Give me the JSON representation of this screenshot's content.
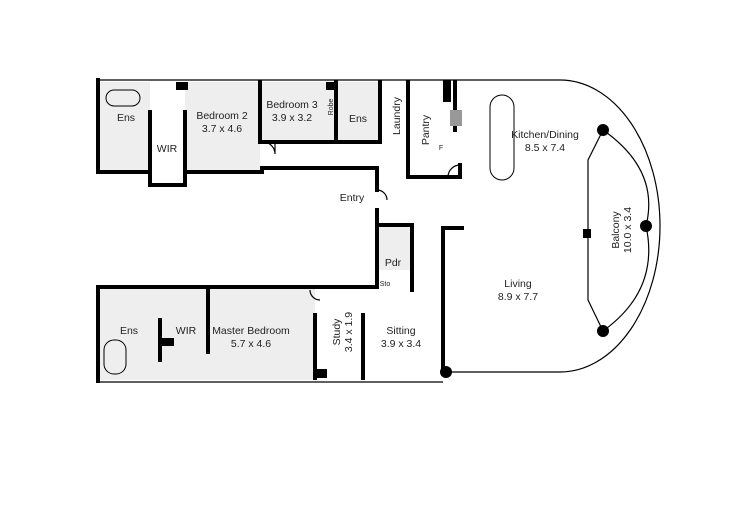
{
  "rooms": {
    "ens1": {
      "name": "Ens"
    },
    "wir1": {
      "name": "WIR"
    },
    "bed2": {
      "name": "Bedroom 2",
      "size": "3.7 x 4.6"
    },
    "bed3": {
      "name": "Bedroom 3",
      "size": "3.9 x 3.2"
    },
    "robe": {
      "name": "Robe"
    },
    "ens2": {
      "name": "Ens"
    },
    "laundry": {
      "name": "Laundry"
    },
    "pantry": {
      "name": "Pantry"
    },
    "fridge": {
      "name": "F"
    },
    "kitchen": {
      "name": "Kitchen/Dining",
      "size": "8.5 x 7.4"
    },
    "entry": {
      "name": "Entry"
    },
    "balcony": {
      "name": "Balcony",
      "size": "10.0 x 3.4"
    },
    "pdr": {
      "name": "Pdr"
    },
    "sto": {
      "name": "Sto"
    },
    "living": {
      "name": "Living",
      "size": "8.9 x 7.7"
    },
    "ens3": {
      "name": "Ens"
    },
    "wir2": {
      "name": "WIR"
    },
    "master": {
      "name": "Master Bedroom",
      "size": "5.7 x 4.6"
    },
    "study": {
      "name": "Study",
      "size": "3.4 x 1.9"
    },
    "sitting": {
      "name": "Sitting",
      "size": "3.9 x 3.4"
    }
  }
}
